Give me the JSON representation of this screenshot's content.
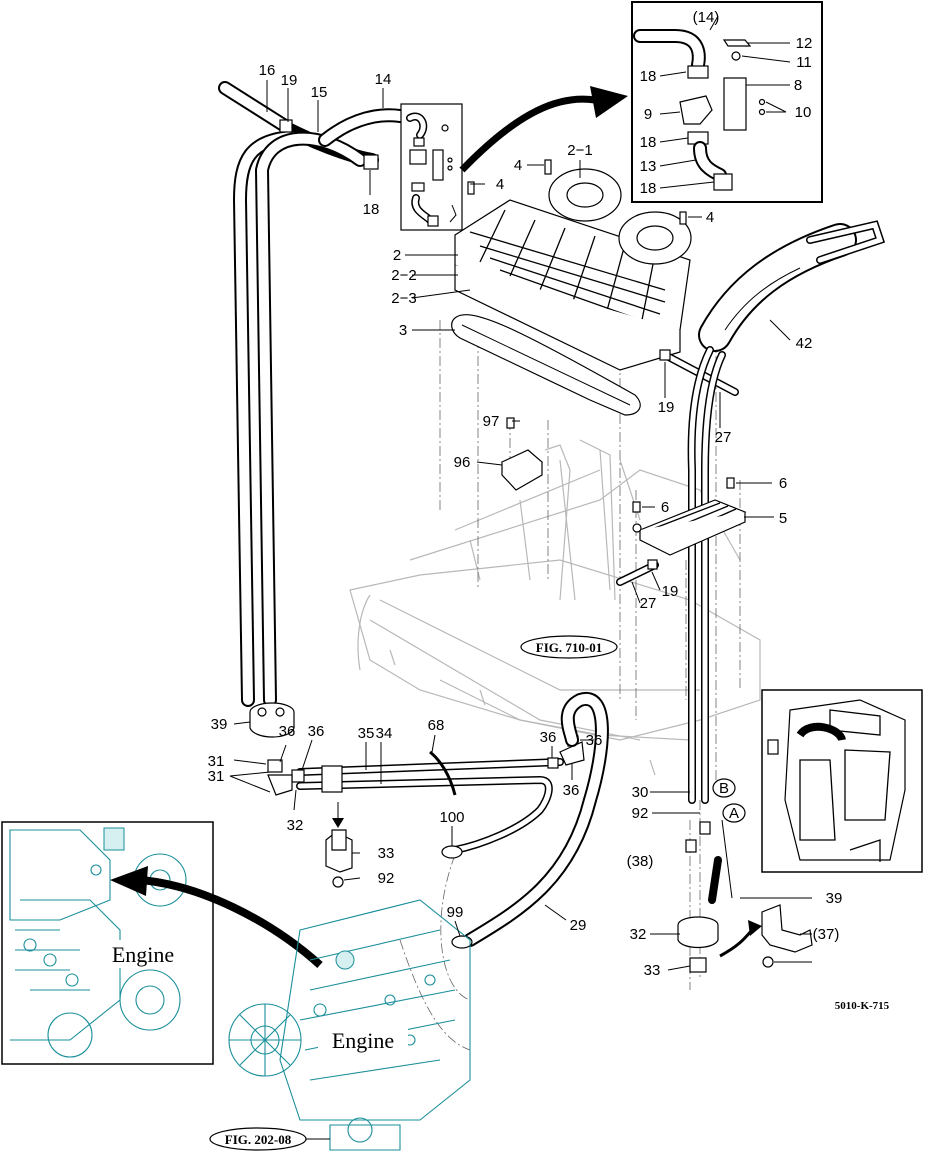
{
  "drawing_code": "5010-K-715",
  "figure_refs": {
    "fig_710": "FIG. 710-01",
    "fig_202": "FIG. 202-08"
  },
  "engine_labels": {
    "inset": "Engine",
    "main": "Engine"
  },
  "connector_letters": {
    "a": "A",
    "b": "B"
  },
  "callouts": [
    {
      "id": "c16",
      "text": "16"
    },
    {
      "id": "c19a",
      "text": "19"
    },
    {
      "id": "c15",
      "text": "15"
    },
    {
      "id": "c14",
      "text": "14"
    },
    {
      "id": "c18a",
      "text": "18"
    },
    {
      "id": "c4a",
      "text": "4"
    },
    {
      "id": "c4b",
      "text": "4"
    },
    {
      "id": "c2_1",
      "text": "2−1"
    },
    {
      "id": "c4c",
      "text": "4"
    },
    {
      "id": "c2",
      "text": "2"
    },
    {
      "id": "c2_2",
      "text": "2−2"
    },
    {
      "id": "c2_3",
      "text": "2−3"
    },
    {
      "id": "c3",
      "text": "3"
    },
    {
      "id": "c42",
      "text": "42"
    },
    {
      "id": "c19b",
      "text": "19"
    },
    {
      "id": "c27a",
      "text": "27"
    },
    {
      "id": "c97",
      "text": "97"
    },
    {
      "id": "c96",
      "text": "96"
    },
    {
      "id": "c6a",
      "text": "6"
    },
    {
      "id": "c6b",
      "text": "6"
    },
    {
      "id": "c5",
      "text": "5"
    },
    {
      "id": "c19c",
      "text": "19"
    },
    {
      "id": "c27b",
      "text": "27"
    },
    {
      "id": "c39a",
      "text": "39"
    },
    {
      "id": "c36a",
      "text": "36"
    },
    {
      "id": "c36b",
      "text": "36"
    },
    {
      "id": "c35",
      "text": "35"
    },
    {
      "id": "c34",
      "text": "34"
    },
    {
      "id": "c68",
      "text": "68"
    },
    {
      "id": "c36c",
      "text": "36"
    },
    {
      "id": "c36d",
      "text": "36"
    },
    {
      "id": "c31a",
      "text": "31"
    },
    {
      "id": "c31b",
      "text": "31"
    },
    {
      "id": "c36e",
      "text": "36"
    },
    {
      "id": "c32a",
      "text": "32"
    },
    {
      "id": "c33a",
      "text": "33"
    },
    {
      "id": "c92a",
      "text": "92"
    },
    {
      "id": "c100",
      "text": "100"
    },
    {
      "id": "c99",
      "text": "99"
    },
    {
      "id": "c29",
      "text": "29"
    },
    {
      "id": "c30",
      "text": "30"
    },
    {
      "id": "c92b",
      "text": "92"
    },
    {
      "id": "c38",
      "text": "(38)"
    },
    {
      "id": "c39b",
      "text": "39"
    },
    {
      "id": "c32b",
      "text": "32"
    },
    {
      "id": "c37",
      "text": "(37)"
    },
    {
      "id": "c33b",
      "text": "33"
    }
  ],
  "detail_callouts": [
    {
      "id": "d14",
      "text": "(14)"
    },
    {
      "id": "d12",
      "text": "12"
    },
    {
      "id": "d11",
      "text": "11"
    },
    {
      "id": "d8",
      "text": "8"
    },
    {
      "id": "d18a",
      "text": "18"
    },
    {
      "id": "d9",
      "text": "9"
    },
    {
      "id": "d10",
      "text": "10"
    },
    {
      "id": "d18b",
      "text": "18"
    },
    {
      "id": "d13",
      "text": "13"
    },
    {
      "id": "d18c",
      "text": "18"
    }
  ]
}
